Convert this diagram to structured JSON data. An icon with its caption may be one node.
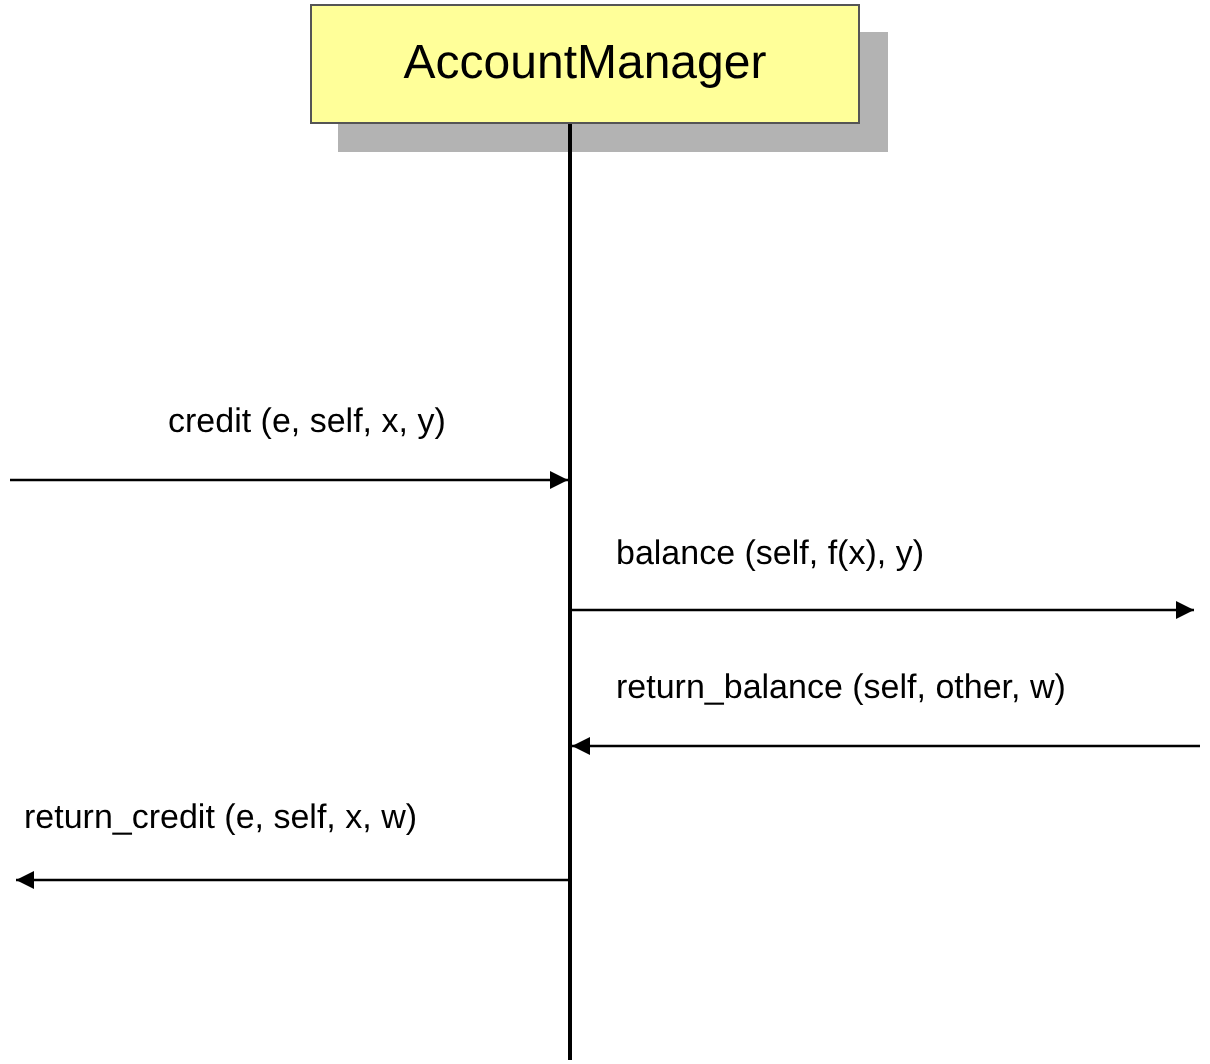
{
  "diagram": {
    "nodes": [
      {
        "text": [
          "AccountManager"
        ]
      },
      {
        "text": [],
        "shape": "bar"
      }
    ],
    "edges": [
      {
        "from": null,
        "to": 1,
        "arrow": "to",
        "label": "credit (e, self, x, y)"
      },
      {
        "from": 1,
        "to": null,
        "arrow": "to",
        "label": "balance (self, f(x), y)"
      },
      {
        "from": null,
        "to": 1,
        "arrow": "to",
        "label": "return_balance (self, other, w)"
      },
      {
        "from": 1,
        "to": null,
        "arrow": "to",
        "label": "return_credit (e, self, x, w)"
      }
    ]
  }
}
